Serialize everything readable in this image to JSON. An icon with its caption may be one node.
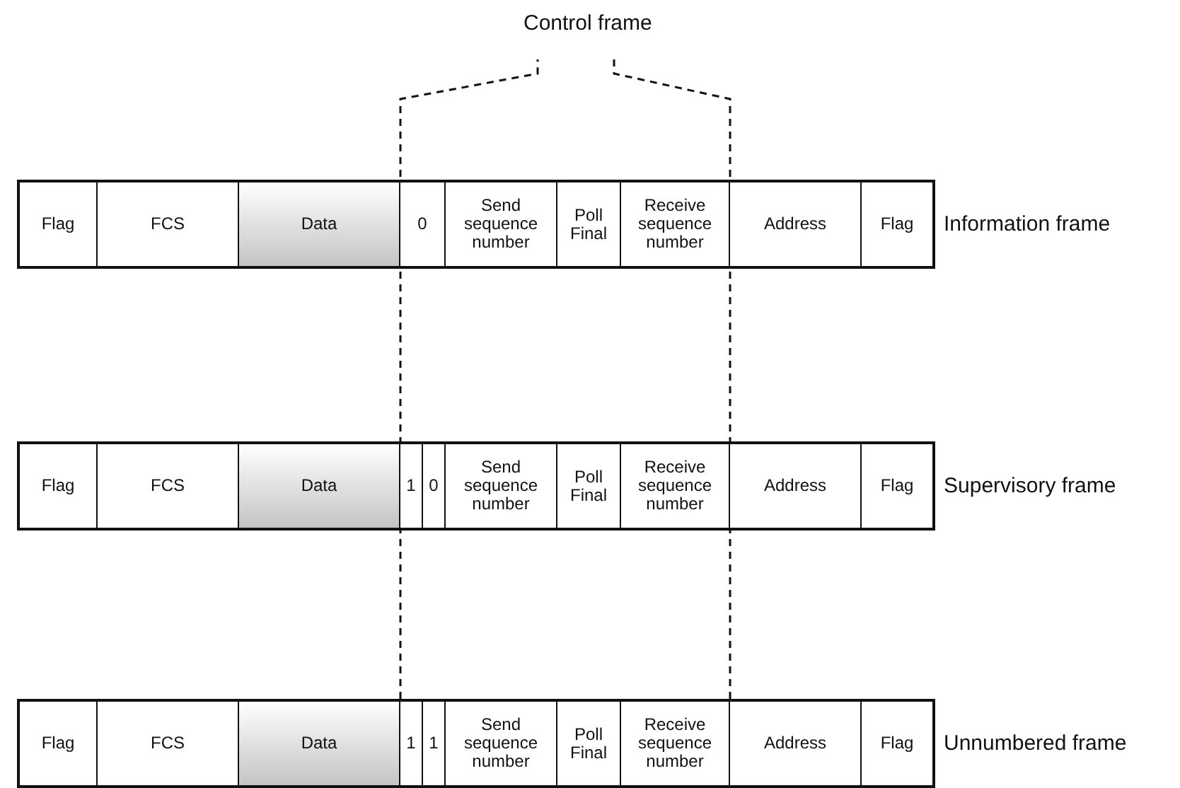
{
  "diagram": {
    "nodes": [
      {
        "text": [],
        "shape": "box",
        "beside": [
          "Information frame"
        ]
      },
      {
        "text": [
          "Flag"
        ],
        "in": 0
      },
      {
        "text": [
          "FCS"
        ],
        "in": 0
      },
      {
        "text": [
          "Data"
        ],
        "in": 0
      },
      {
        "text": [
          "0"
        ],
        "in": 0
      },
      {
        "text": [
          "Send sequence number"
        ],
        "in": 0
      },
      {
        "text": [
          "Poll Final"
        ],
        "in": 0
      },
      {
        "text": [
          "Receive sequence number"
        ],
        "in": 0
      },
      {
        "text": [
          "Address"
        ],
        "in": 0
      },
      {
        "text": [
          "Flag"
        ],
        "in": 0
      },
      {
        "text": [],
        "shape": "box",
        "beside": [
          "Supervisory frame"
        ]
      },
      {
        "text": [
          "Flag"
        ],
        "in": 10
      },
      {
        "text": [
          "FCS"
        ],
        "in": 10
      },
      {
        "text": [
          "Data"
        ],
        "in": 10
      },
      {
        "text": [
          "1"
        ],
        "in": 10
      },
      {
        "text": [
          "0"
        ],
        "in": 10
      },
      {
        "text": [
          "Send sequence number"
        ],
        "in": 10
      },
      {
        "text": [
          "Poll Final"
        ],
        "in": 10
      },
      {
        "text": [
          "Receive sequence number"
        ],
        "in": 10
      },
      {
        "text": [
          "Address"
        ],
        "in": 10
      },
      {
        "text": [
          "Flag"
        ],
        "in": 10
      },
      {
        "text": [],
        "shape": "box",
        "beside": [
          "Unnumbered frame"
        ]
      },
      {
        "text": [
          "Flag"
        ],
        "in": 21
      },
      {
        "text": [
          "FCS"
        ],
        "in": 21
      },
      {
        "text": [
          "Data"
        ],
        "in": 21
      },
      {
        "text": [
          "1"
        ],
        "in": 21
      },
      {
        "text": [
          "1"
        ],
        "in": 21
      },
      {
        "text": [
          "Send sequence number"
        ],
        "in": 21
      },
      {
        "text": [
          "Poll Final"
        ],
        "in": 21
      },
      {
        "text": [
          "Receive sequence number"
        ],
        "in": 21
      },
      {
        "text": [
          "Address"
        ],
        "in": 21
      },
      {
        "text": [
          "Flag"
        ],
        "in": 21
      }
    ],
    "labels": [
      "Control frame"
    ]
  }
}
